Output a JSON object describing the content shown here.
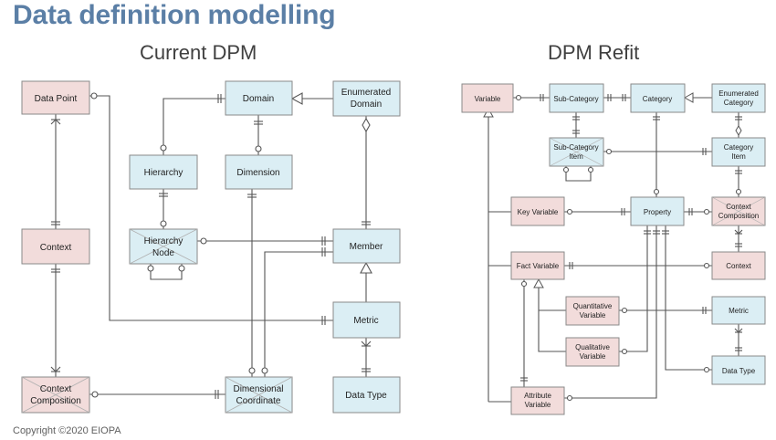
{
  "title": "Data definition modelling",
  "left_title": "Current DPM",
  "right_title": "DPM Refit",
  "copyright": "Copyright ©2020 EIOPA",
  "colors": {
    "pink": "#f2dcdb",
    "blue": "#dbeef4",
    "title": "#5b7fa6"
  },
  "left_entities": {
    "data_point": "Data Point",
    "domain": "Domain",
    "enumerated_domain": [
      "Enumerated",
      "Domain"
    ],
    "hierarchy": "Hierarchy",
    "dimension": "Dimension",
    "context": "Context",
    "hierarchy_node": [
      "Hierarchy",
      "Node"
    ],
    "member": "Member",
    "metric": "Metric",
    "context_composition": [
      "Context",
      "Composition"
    ],
    "dimensional_coordinate": [
      "Dimensional",
      "Coordinate"
    ],
    "data_type": "Data Type"
  },
  "right_entities": {
    "variable": "Variable",
    "sub_category": "Sub-Category",
    "category": "Category",
    "enumerated_category": [
      "Enumerated",
      "Category"
    ],
    "sub_category_item": [
      "Sub-Category",
      "Item"
    ],
    "category_item": [
      "Category",
      "Item"
    ],
    "key_variable": "Key Variable",
    "property": "Property",
    "context_composition": [
      "Context",
      "Composition"
    ],
    "fact_variable": "Fact Variable",
    "context": "Context",
    "quantitative_variable": [
      "Quantitative",
      "Variable"
    ],
    "metric": "Metric",
    "qualitative_variable": [
      "Qualitative",
      "Variable"
    ],
    "data_type": "Data Type",
    "attribute_variable": [
      "Attribute",
      "Variable"
    ]
  }
}
